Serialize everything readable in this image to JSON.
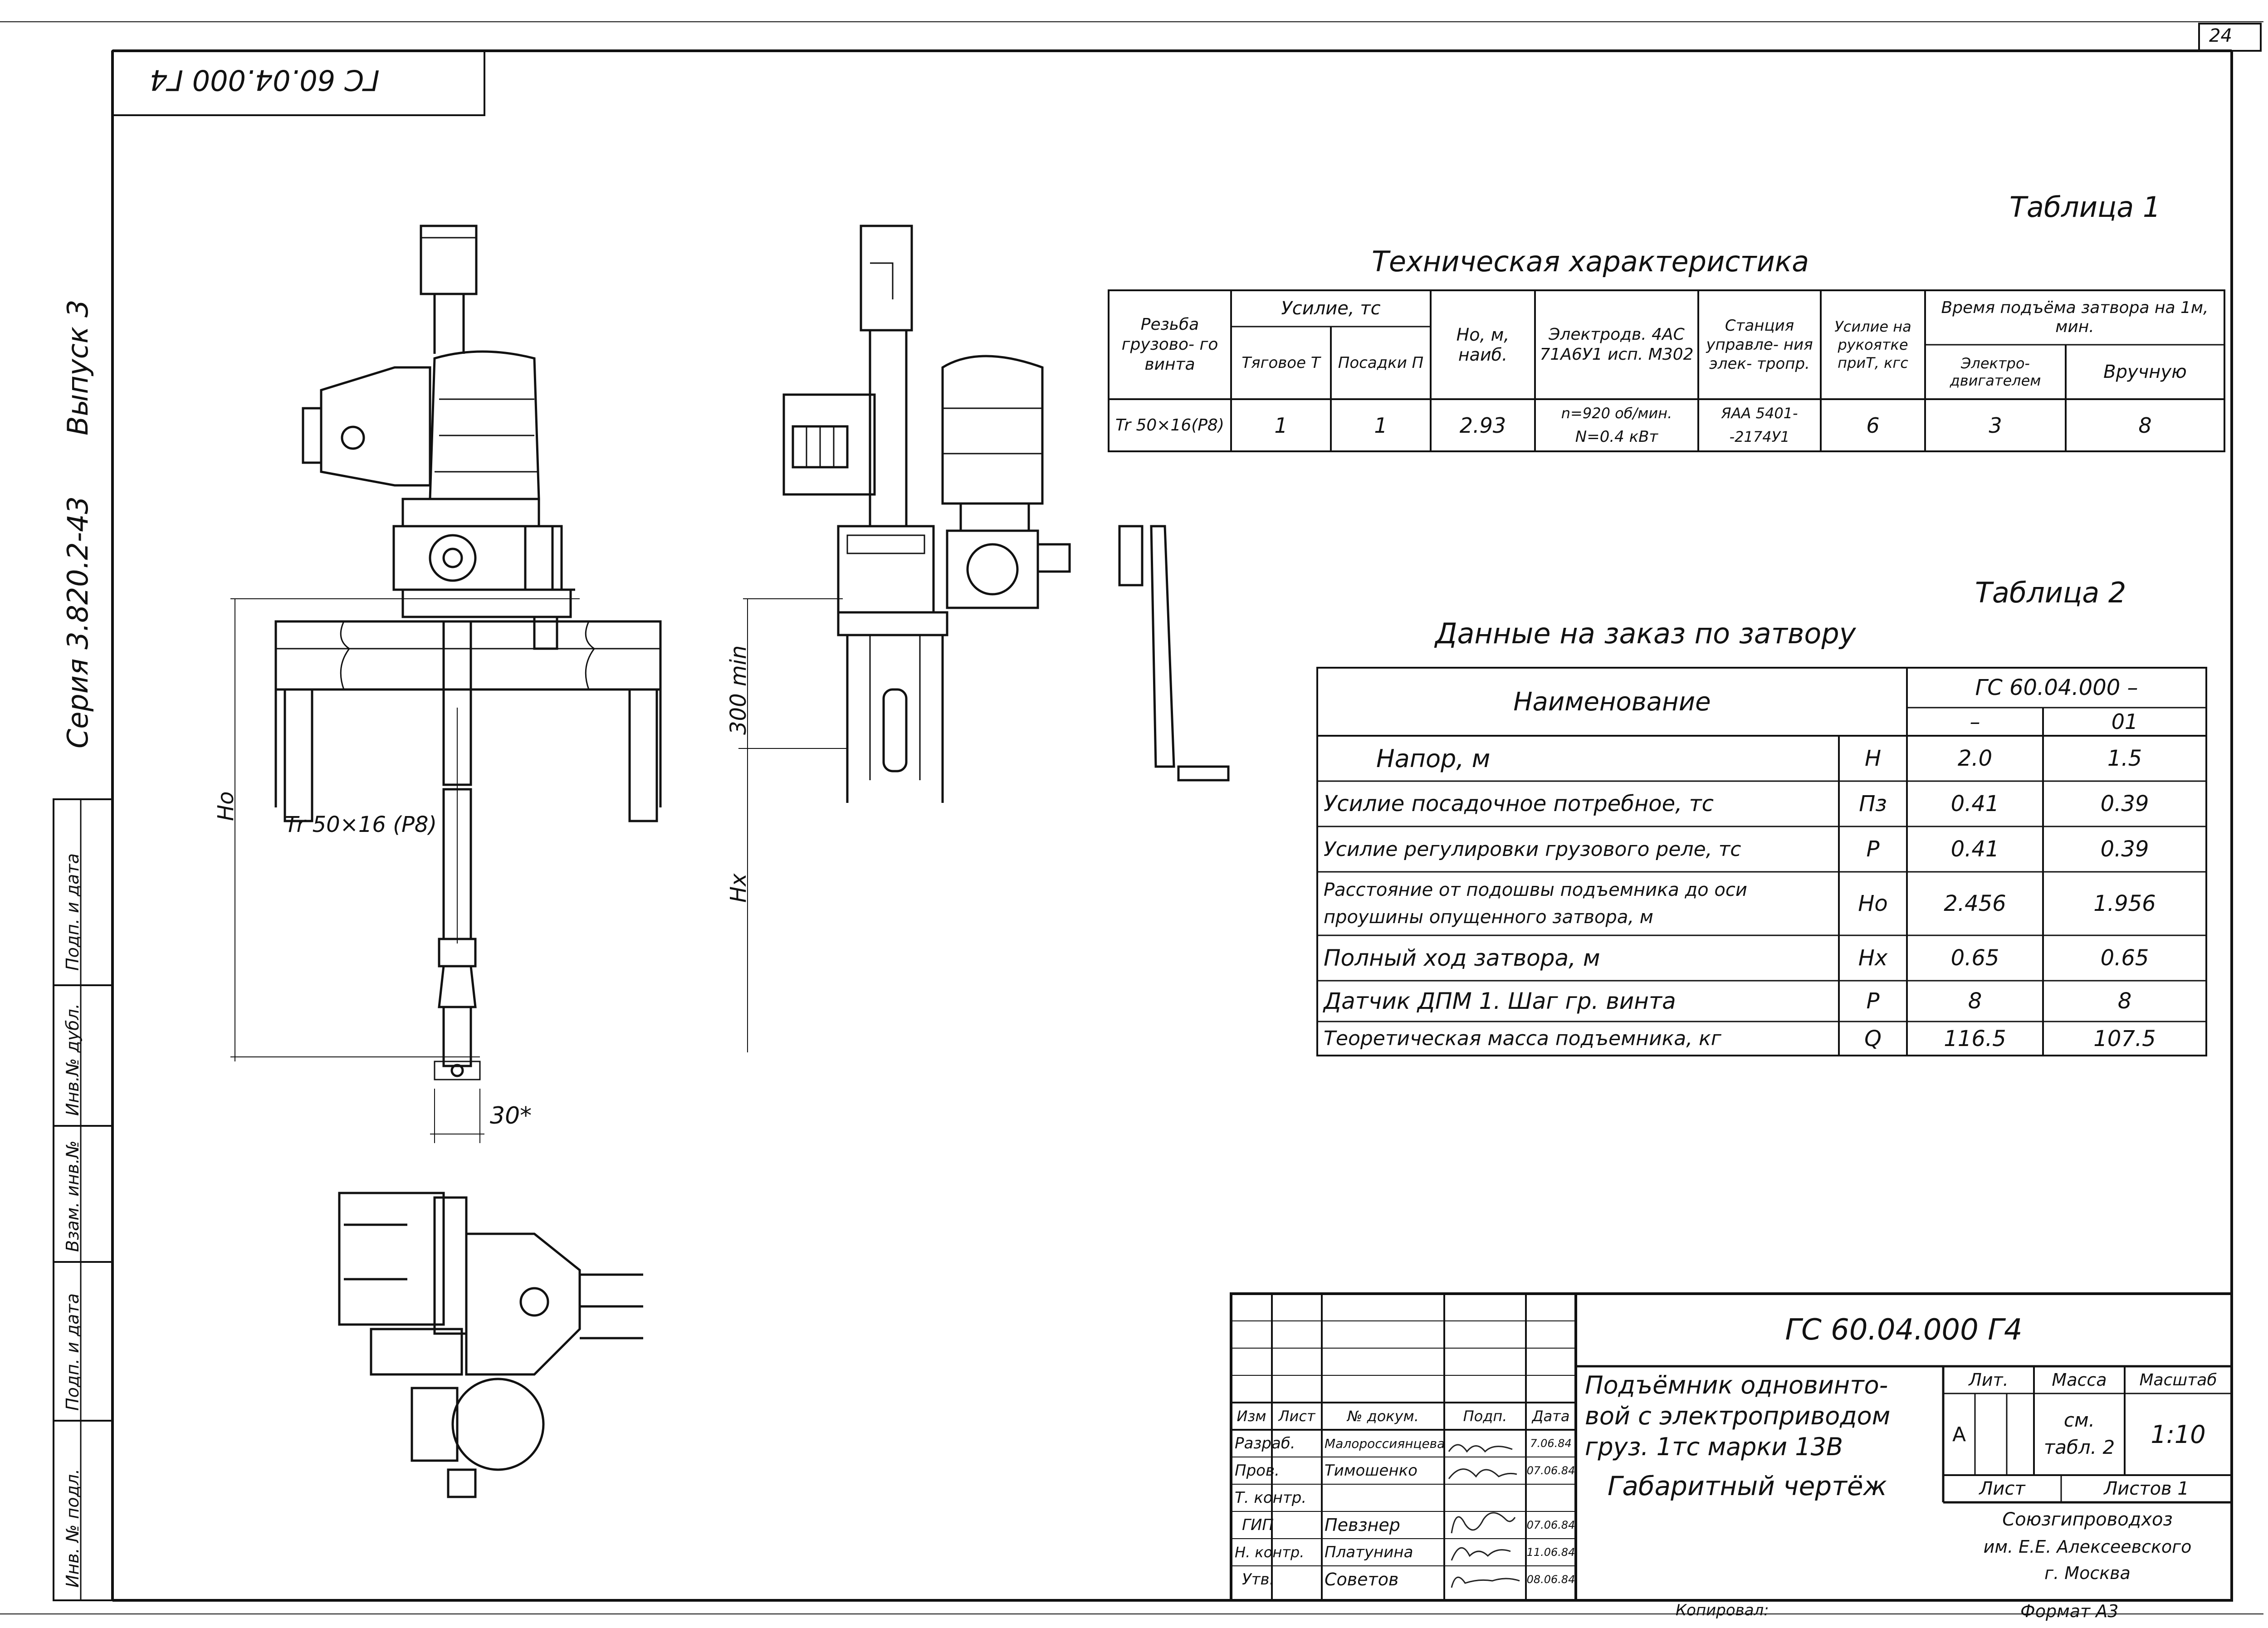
{
  "sheet": {
    "page_number": "24",
    "rotated_code": "ГС 60.04.000 Г4",
    "series": "Серия 3.820.2-43",
    "issue": "Выпуск 3",
    "copied_by_label": "Копировал:",
    "format_label": "Формат А3"
  },
  "side_stamp": {
    "cells": [
      "Подп. и дата",
      "Инв.№ дубл.",
      "Взам. инв.№",
      "Подп. и дата",
      "Инв. № подл."
    ]
  },
  "drawing": {
    "dim_300": "300 min",
    "dim_ho": "Hо",
    "dim_hx": "Hх",
    "dim_30": "30*",
    "thread_label": "Tr 50×16 (P8)"
  },
  "table1": {
    "caption": "Таблица 1",
    "title": "Техническая характеристика",
    "headers": {
      "thread": "Резьба грузово- го винта",
      "force": "Усилие, тс",
      "force_traction": "Тяговое Т",
      "force_seating": "Посадки П",
      "head": "Но, м, наиб.",
      "motor": "Электродв. 4АС 71А6У1 исп. М302",
      "station": "Станция управле- ния элек- тропр.",
      "handle": "Усилие на рукоятке приТ, кгс",
      "time": "Время подъёма затвора на 1м, мин.",
      "time_electric": "Электро- двигателем",
      "time_manual": "Вручную"
    },
    "row": {
      "thread": "Tr 50×16(P8)",
      "traction": "1",
      "seating": "1",
      "head": "2.93",
      "motor_1": "n=920 об/мин.",
      "motor_2": "N=0.4 кВт",
      "station_1": "ЯАА 5401-",
      "station_2": "-2174У1",
      "handle": "6",
      "electric": "3",
      "manual": "8"
    }
  },
  "table2": {
    "caption": "Таблица 2",
    "title": "Данные на заказ по затвору",
    "header_name": "Наименование",
    "header_code": "ГС 60.04.000 –",
    "col_a": "–",
    "col_b": "01",
    "rows": [
      {
        "name": "Напор, м",
        "sym": "H",
        "a": "2.0",
        "b": "1.5"
      },
      {
        "name": "Усилие посадочное потребное, тс",
        "sym": "Пз",
        "a": "0.41",
        "b": "0.39"
      },
      {
        "name": "Усилие регулировки грузового реле, тс",
        "sym": "P",
        "a": "0.41",
        "b": "0.39"
      },
      {
        "name": "Расстояние от подошвы подъемника до оси проушины опущенного затвора, м",
        "sym": "Hо",
        "a": "2.456",
        "b": "1.956"
      },
      {
        "name": "Полный ход затвора, м",
        "sym": "Hх",
        "a": "0.65",
        "b": "0.65"
      },
      {
        "name": "Датчик ДПМ 1. Шаг гр. винта",
        "sym": "P",
        "a": "8",
        "b": "8"
      },
      {
        "name": "Теоретическая масса подъемника, кг",
        "sym": "Q",
        "a": "116.5",
        "b": "107.5"
      }
    ]
  },
  "title_block": {
    "code": "ГС 60.04.000 Г4",
    "title_1": "Подъёмник одновинто-",
    "title_2": "вой с электроприводом",
    "title_3": "груз. 1тс марки 13В",
    "subtitle": "Габаритный чертёж",
    "col_headers": {
      "izm": "Изм",
      "list": "Лист",
      "doc": "№ докум.",
      "sign": "Подп.",
      "date": "Дата"
    },
    "roles": [
      {
        "role": "Разраб.",
        "name": "Малороссиянцева",
        "date": "7.06.84"
      },
      {
        "role": "Пров.",
        "name": "Тимошенко",
        "date": "07.06.84"
      },
      {
        "role": "Т. контр.",
        "name": "",
        "date": ""
      },
      {
        "role": "ГИП",
        "name": "Певзнер",
        "date": "07.06.84"
      },
      {
        "role": "Н. контр.",
        "name": "Платунина",
        "date": "11.06.84"
      },
      {
        "role": "Утв.",
        "name": "Советов",
        "date": "08.06.84"
      }
    ],
    "lit_label": "Лит.",
    "mass_label": "Масса",
    "scale_label": "Масштаб",
    "lit_value": "А",
    "mass_value_1": "см.",
    "mass_value_2": "табл. 2",
    "scale_value": "1:10",
    "sheet_label": "Лист",
    "sheets_label": "Листов 1",
    "org_1": "Союзгипроводхоз",
    "org_2": "им. Е.Е. Алексеевского",
    "org_3": "г. Москва"
  }
}
